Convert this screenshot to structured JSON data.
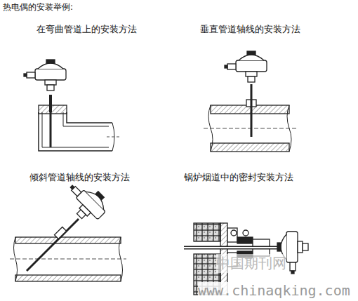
{
  "diagram": {
    "title": "热电偶的安装举例:",
    "labels": [
      "在弯曲管道上的安装方法",
      "垂直管道轴线的安装方法",
      "倾斜管道轴线的安装方法",
      "锅炉烟道中的密封安装方法",
      "中国期刊网",
      "www.chinaqking.com"
    ]
  }
}
